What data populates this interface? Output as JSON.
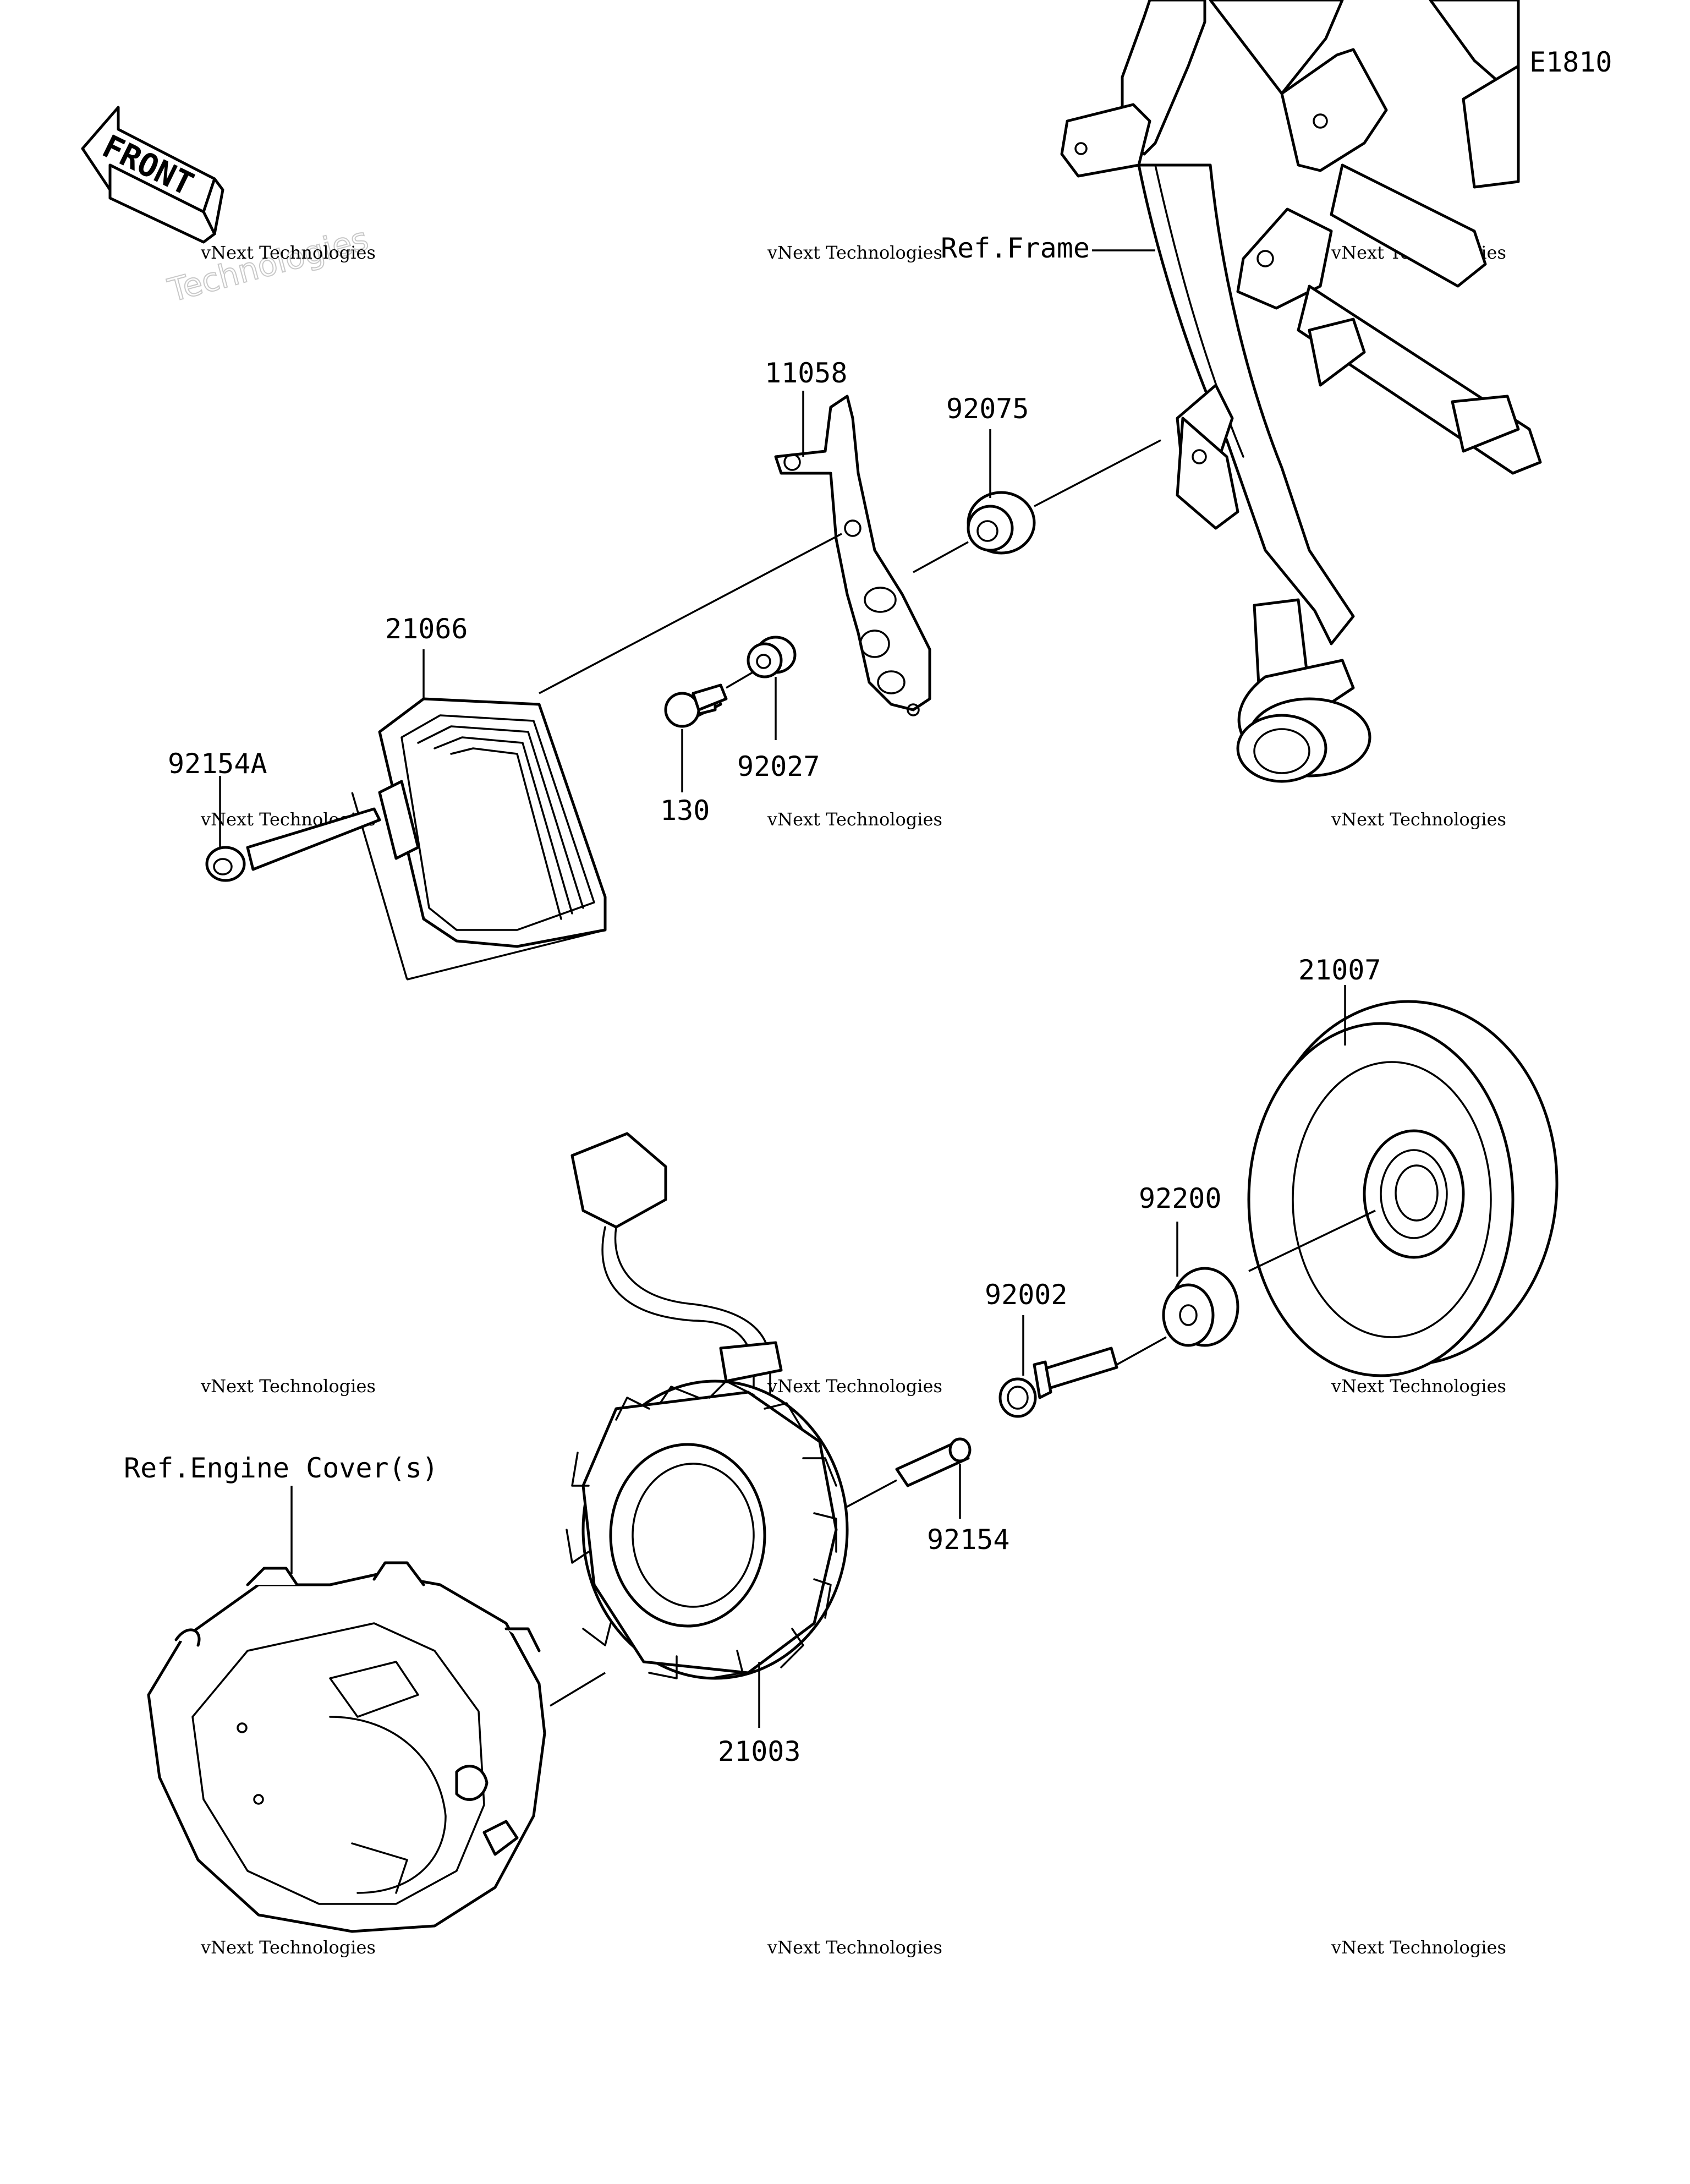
{
  "diagram_code": "E1810",
  "front_label": "FRONT",
  "watermark": {
    "line1": "vNext Technologies",
    "line2": "Technologies"
  },
  "reference_labels": {
    "frame": "Ref.Frame",
    "engine_cover": "Ref.Engine Cover(s)"
  },
  "parts": {
    "bracket": "11058",
    "rubber_damper": "92075",
    "regulator_rectifier": "21066",
    "regulator_bolt": "92154A",
    "bolt_130": "130",
    "collar": "92027",
    "flywheel": "21007",
    "washer": "92200",
    "flywheel_bolt": "92002",
    "stator_bolt": "92154",
    "stator": "21003"
  }
}
